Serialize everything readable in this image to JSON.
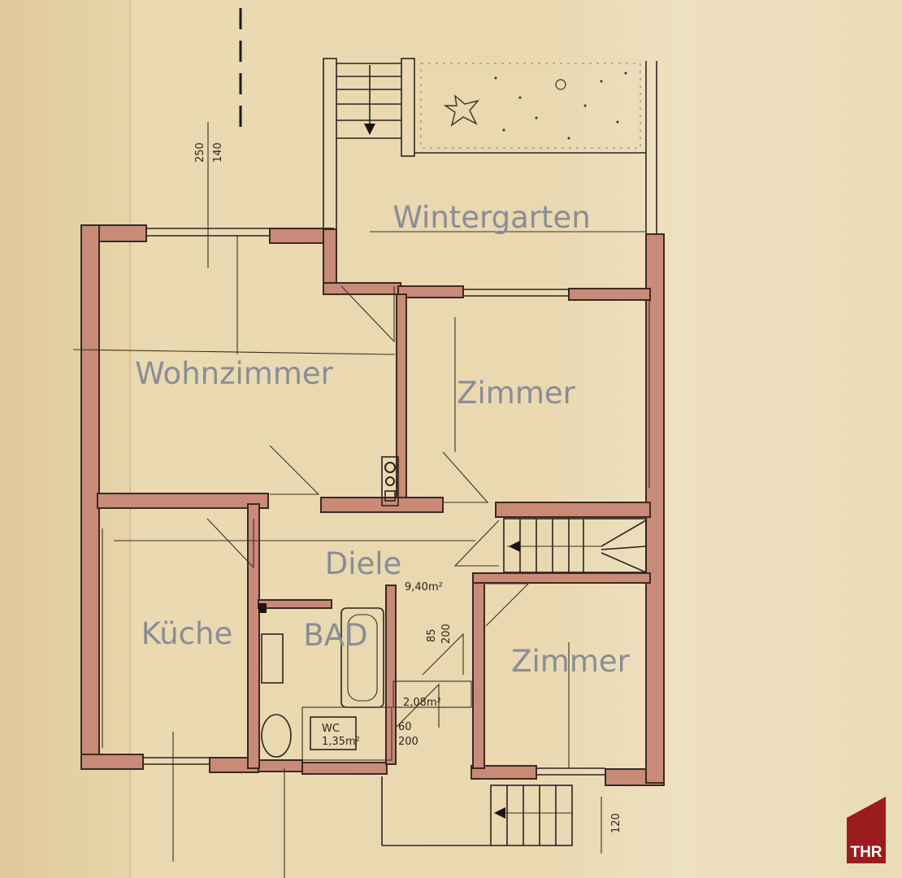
{
  "rooms": {
    "wintergarten": "Wintergarten",
    "wohnzimmer": "Wohnzimmer",
    "zimmer_upper": "Zimmer",
    "diele": "Diele",
    "kueche": "Küche",
    "bad": "BAD",
    "zimmer_lower": "Zimmer"
  },
  "annotations": {
    "dim_left_top": "250",
    "dim_left_bottom": "140",
    "diele_area": "9,40m²",
    "door_bad_w": "85",
    "door_bad_h": "200",
    "wc_area": "2,08m²",
    "wc_label": "WC",
    "wc_size": "1,35m²",
    "wc_door_w": "60",
    "wc_door_h": "200",
    "stair_dim": "120"
  },
  "logo": {
    "text": "THR",
    "color": "#9b1c1f"
  }
}
